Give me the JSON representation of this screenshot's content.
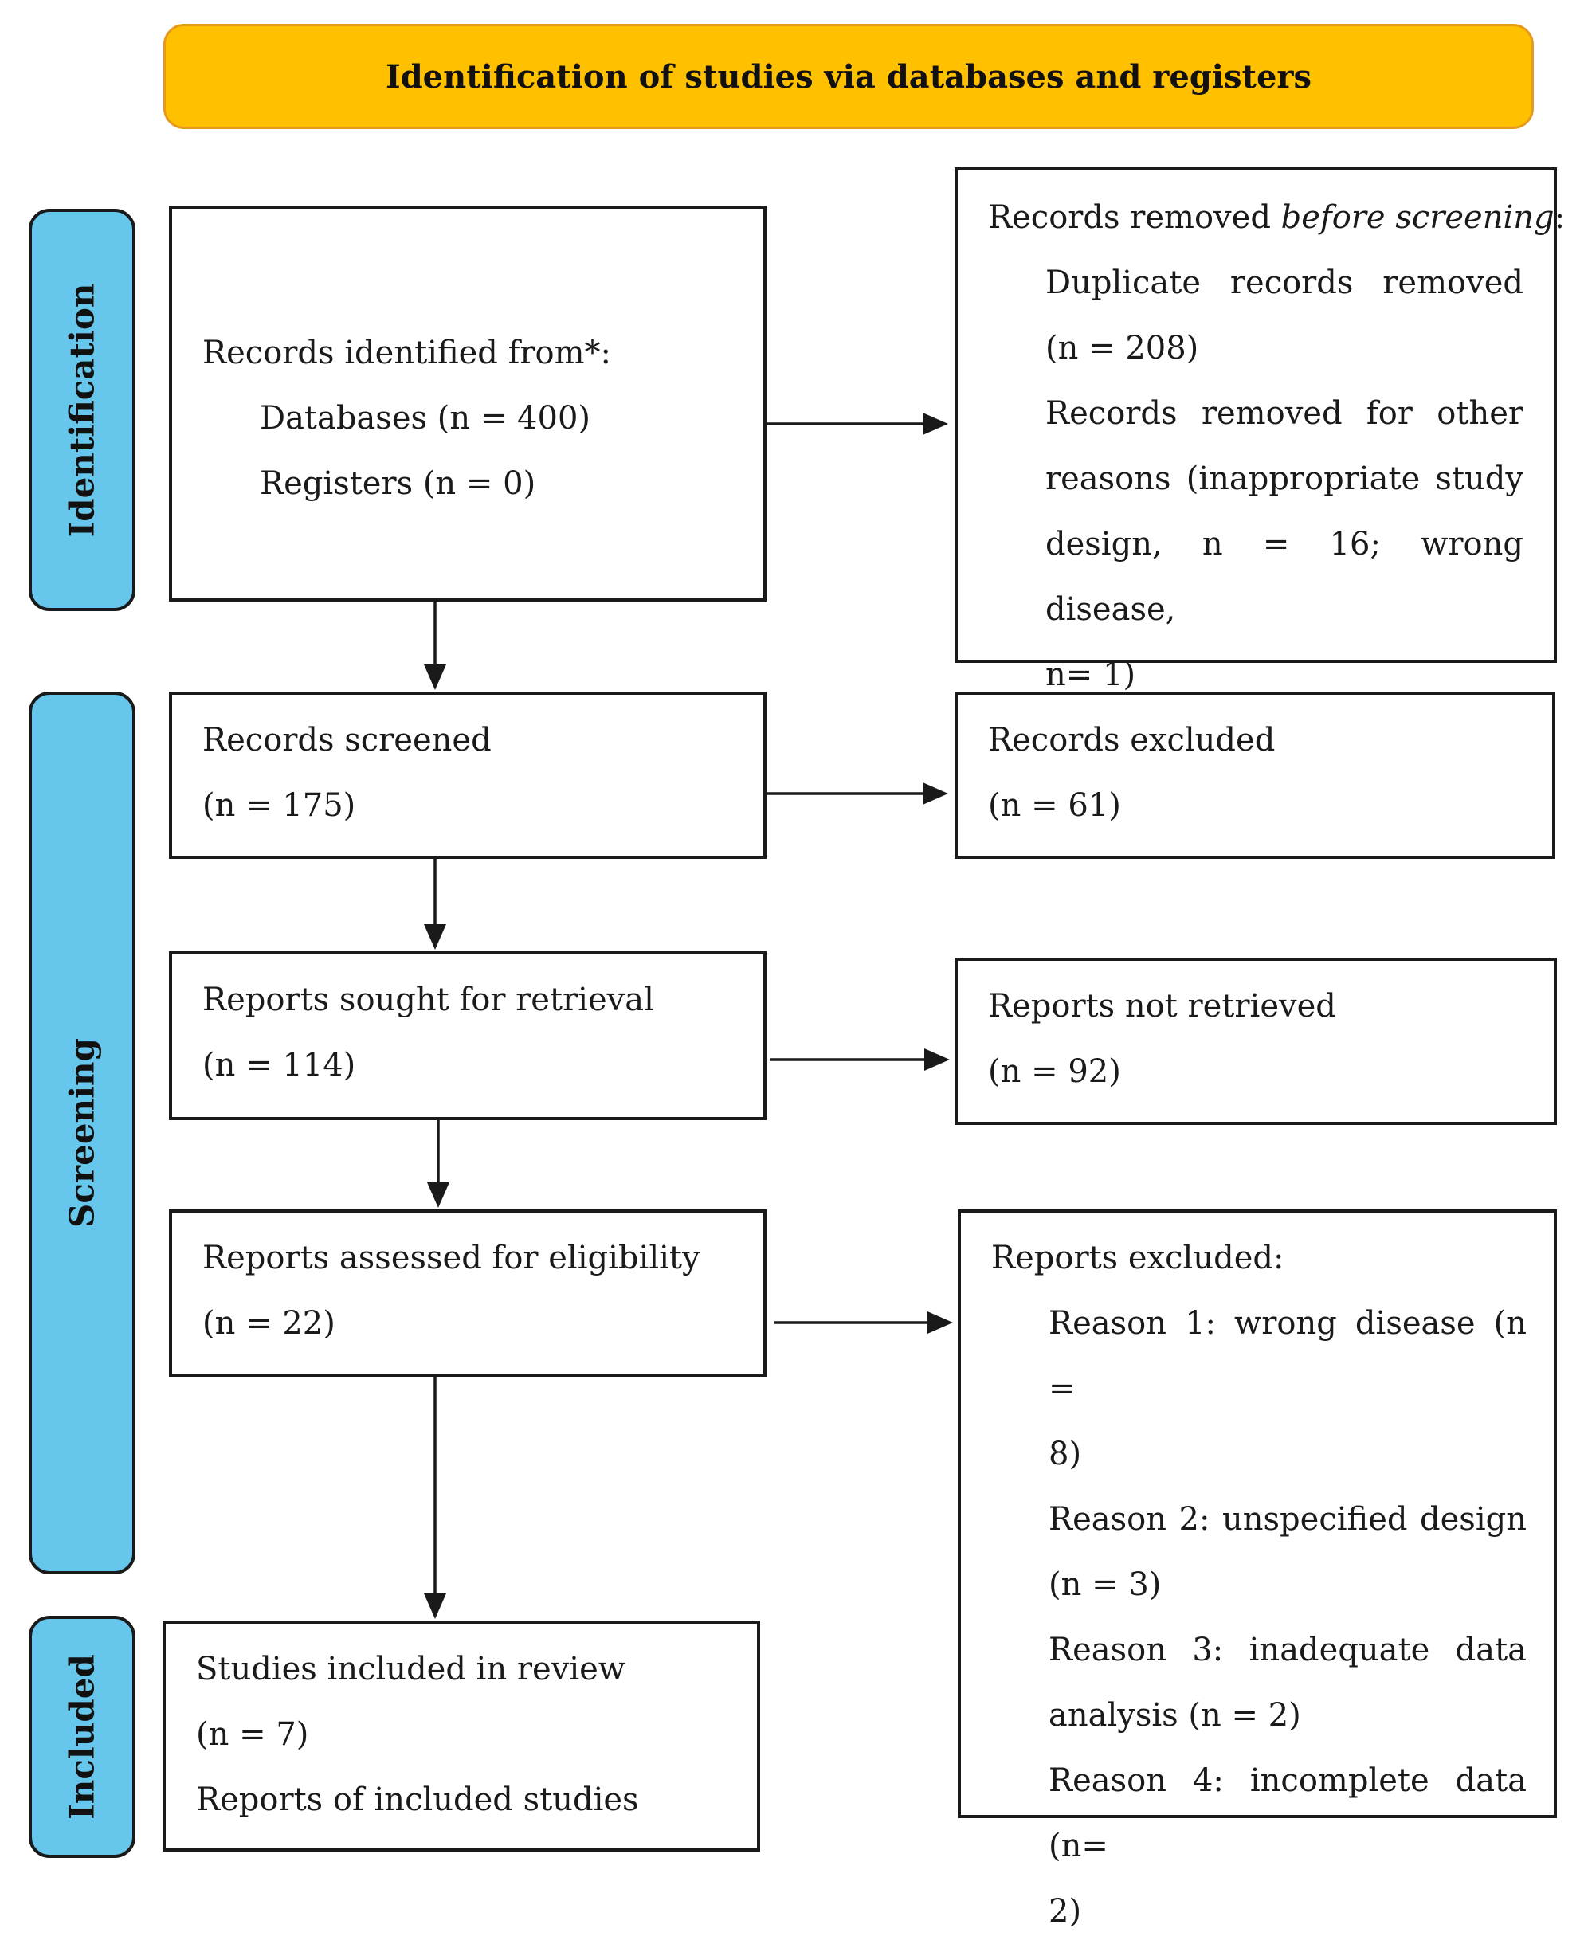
{
  "header": {
    "title": "Identification of studies via databases and registers"
  },
  "phases": {
    "identification": "Identification",
    "screening": "Screening",
    "included": "Included"
  },
  "identified": {
    "title": "Records identified from*:",
    "databases": "Databases (n = 400)",
    "registers": "Registers (n = 0)"
  },
  "removed": {
    "title_prefix": "Records removed ",
    "title_italic": "before screening",
    "title_suffix": ":",
    "duplicate_line1": "Duplicate records removed",
    "duplicate_line2": "(n = 208)",
    "other_line1": "Records removed for other",
    "other_line2": "reasons (inappropriate study",
    "other_line3": "design, n = 16; wrong disease,",
    "other_line4": "n= 1)"
  },
  "screened": {
    "title": "Records screened",
    "count": "(n = 175)"
  },
  "excluded": {
    "title": "Records excluded",
    "count": "(n = 61)"
  },
  "sought": {
    "title": "Reports sought for retrieval",
    "count": "(n = 114)"
  },
  "not_retrieved": {
    "title": "Reports not retrieved",
    "count": "(n = 92)"
  },
  "assessed": {
    "title": "Reports assessed for eligibility",
    "count": "(n = 22)"
  },
  "reports_excluded": {
    "title": "Reports excluded:",
    "r1_line1": "Reason 1: wrong disease (n =",
    "r1_line2": "8)",
    "r2_line1": "Reason 2: unspecified design",
    "r2_line2": "(n = 3)",
    "r3_line1": "Reason 3: inadequate data",
    "r3_line2": "analysis (n = 2)",
    "r4_line1": "Reason 4: incomplete data (n=",
    "r4_line2": "2)"
  },
  "included": {
    "title": "Studies included in review",
    "count": "(n = 7)",
    "reports": "Reports of included studies"
  }
}
